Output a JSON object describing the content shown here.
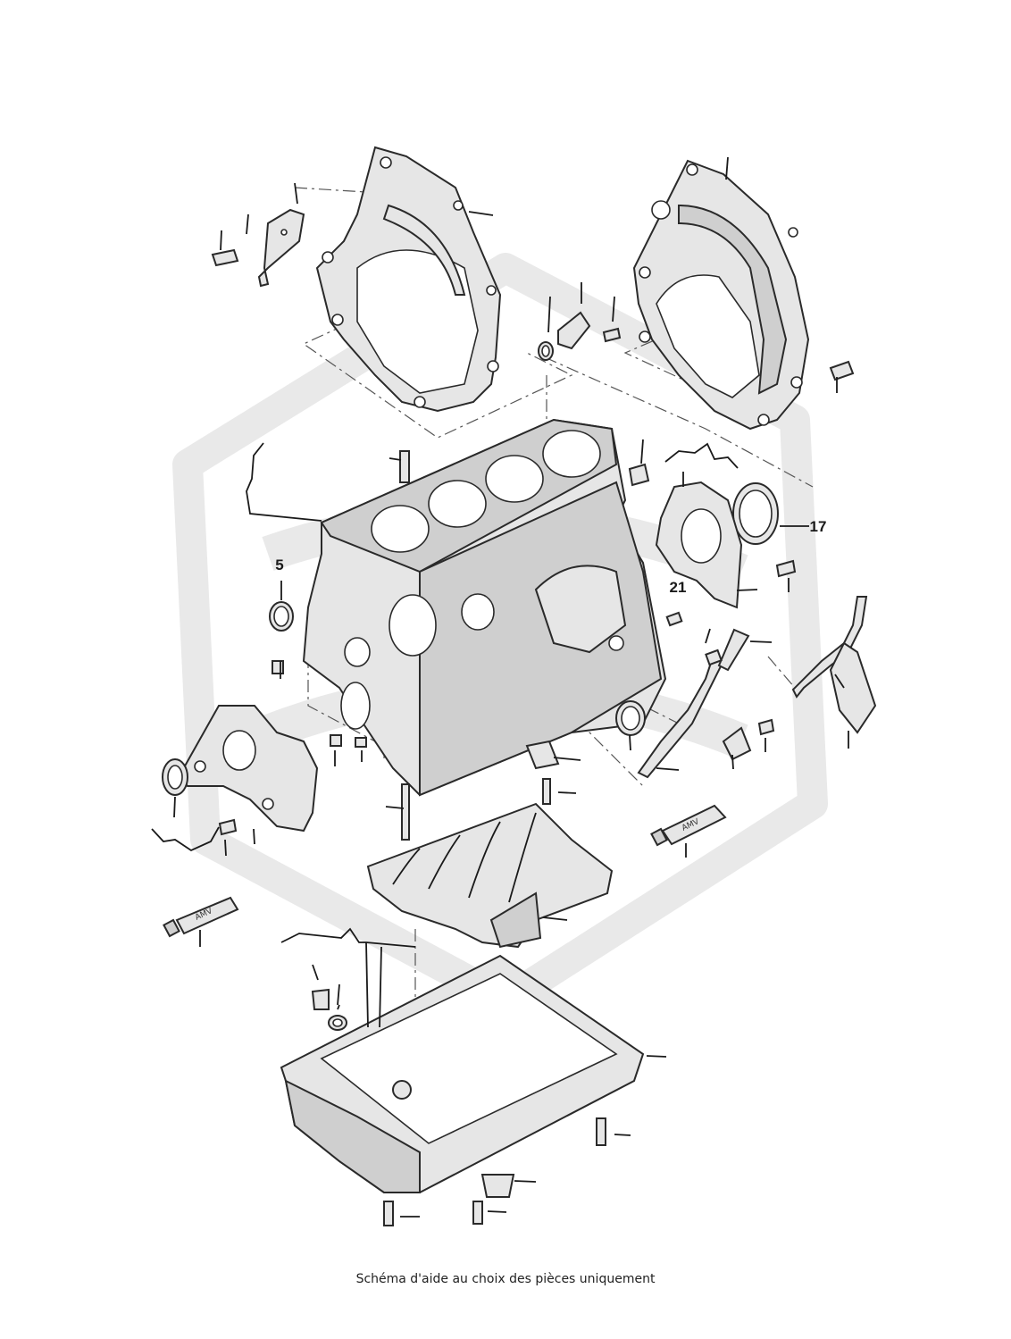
{
  "callouts": {
    "c5": "5",
    "c17": "17",
    "c21": "21"
  },
  "tubes": {
    "label": "AMV"
  },
  "caption": "Schéma d'aide au choix des pièces uniquement",
  "colors": {
    "watermark": "#e9e9e9",
    "part_fill": "#e6e6e6",
    "outline": "#2a2a2a"
  }
}
